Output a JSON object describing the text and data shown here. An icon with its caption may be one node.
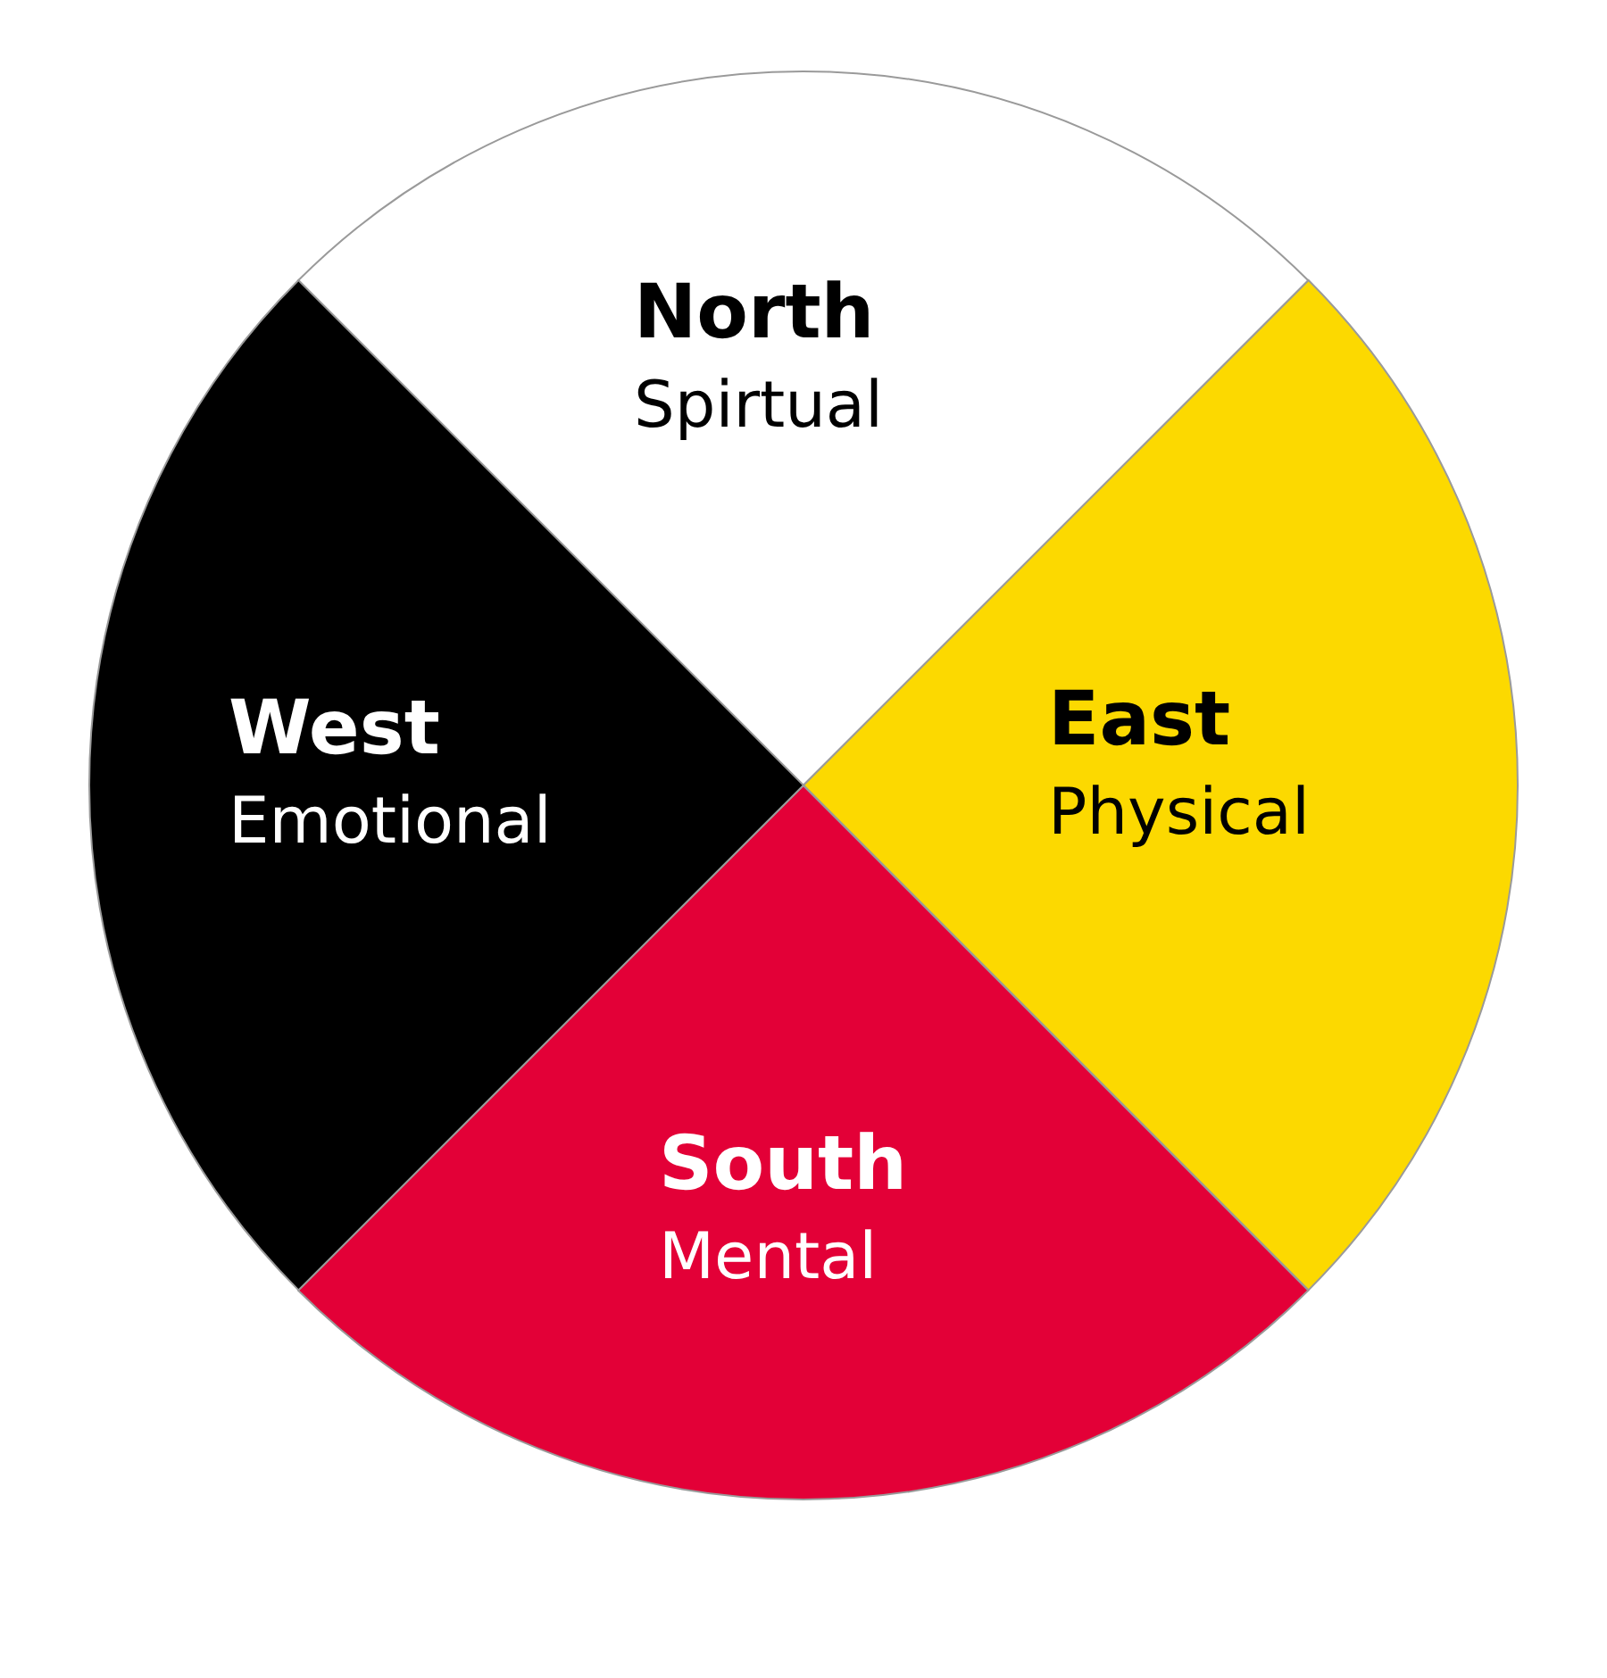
{
  "diagram": {
    "nodes": [
      {
        "text": [
          "North",
          "Spirtual"
        ]
      },
      {
        "text": [
          "East",
          "Physical"
        ]
      },
      {
        "text": [
          "South",
          "Mental"
        ]
      },
      {
        "text": [
          "West",
          "Emotional"
        ]
      }
    ]
  }
}
